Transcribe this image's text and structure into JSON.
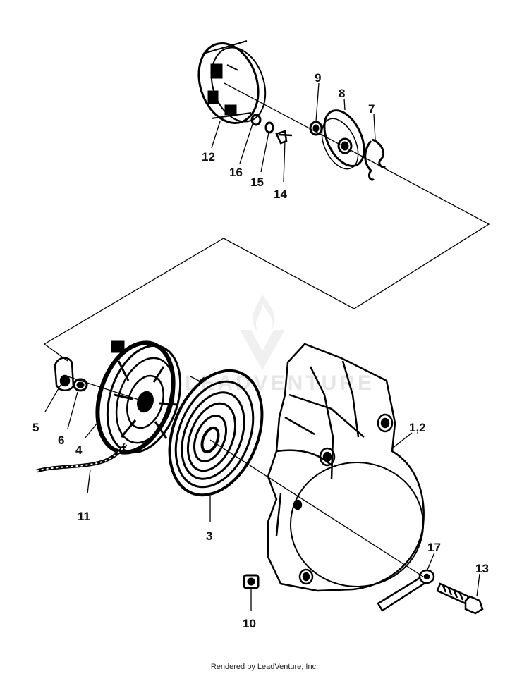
{
  "watermark": {
    "text": "LEADVENTURE"
  },
  "callouts": [
    {
      "id": "12",
      "label": "12"
    },
    {
      "id": "16",
      "label": "16"
    },
    {
      "id": "15",
      "label": "15"
    },
    {
      "id": "14",
      "label": "14"
    },
    {
      "id": "9",
      "label": "9"
    },
    {
      "id": "8",
      "label": "8"
    },
    {
      "id": "7",
      "label": "7"
    },
    {
      "id": "5",
      "label": "5"
    },
    {
      "id": "6",
      "label": "6"
    },
    {
      "id": "4",
      "label": "4"
    },
    {
      "id": "11",
      "label": "11"
    },
    {
      "id": "3",
      "label": "3"
    },
    {
      "id": "1_2",
      "label": "1,2"
    },
    {
      "id": "10",
      "label": "10"
    },
    {
      "id": "17",
      "label": "17"
    },
    {
      "id": "13",
      "label": "13"
    }
  ],
  "footer": {
    "text": "Rendered by LeadVenture, Inc."
  }
}
